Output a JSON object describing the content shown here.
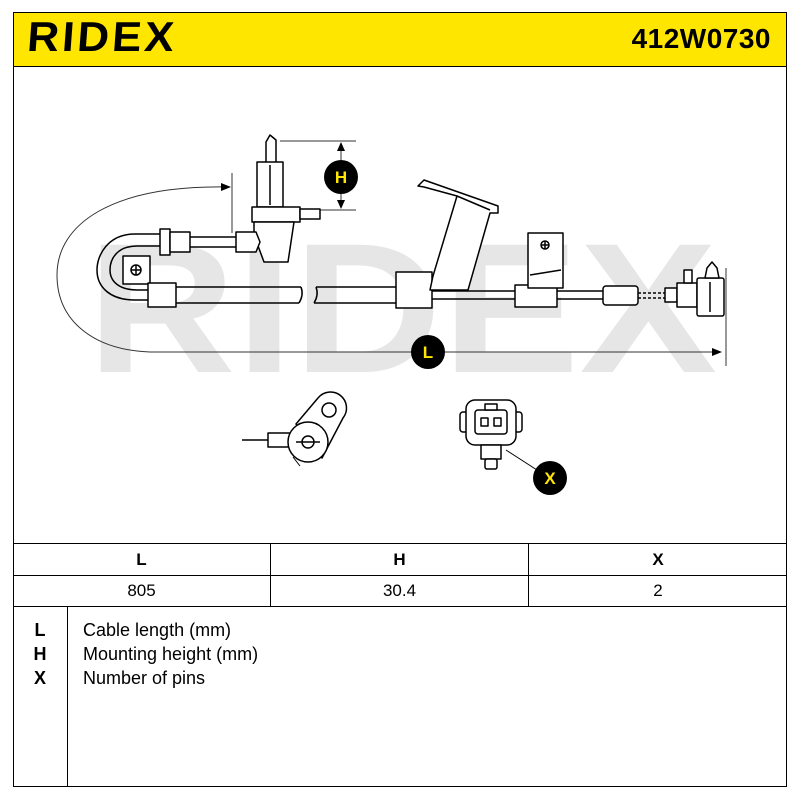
{
  "header": {
    "brand": "RIDEX",
    "part_number": "412W0730"
  },
  "colors": {
    "accent": "#FFE600",
    "line": "#000000",
    "watermark": "#E6E6E6"
  },
  "diagram": {
    "watermark": "RIDEX",
    "dimension_labels": {
      "length": "L",
      "height": "H",
      "pins": "X"
    }
  },
  "table": {
    "headers": [
      "L",
      "H",
      "X"
    ],
    "values": [
      "805",
      "30.4",
      "2"
    ]
  },
  "legend": [
    {
      "key": "L",
      "text": "Cable length (mm)"
    },
    {
      "key": "H",
      "text": "Mounting height (mm)"
    },
    {
      "key": "X",
      "text": "Number of pins"
    }
  ]
}
